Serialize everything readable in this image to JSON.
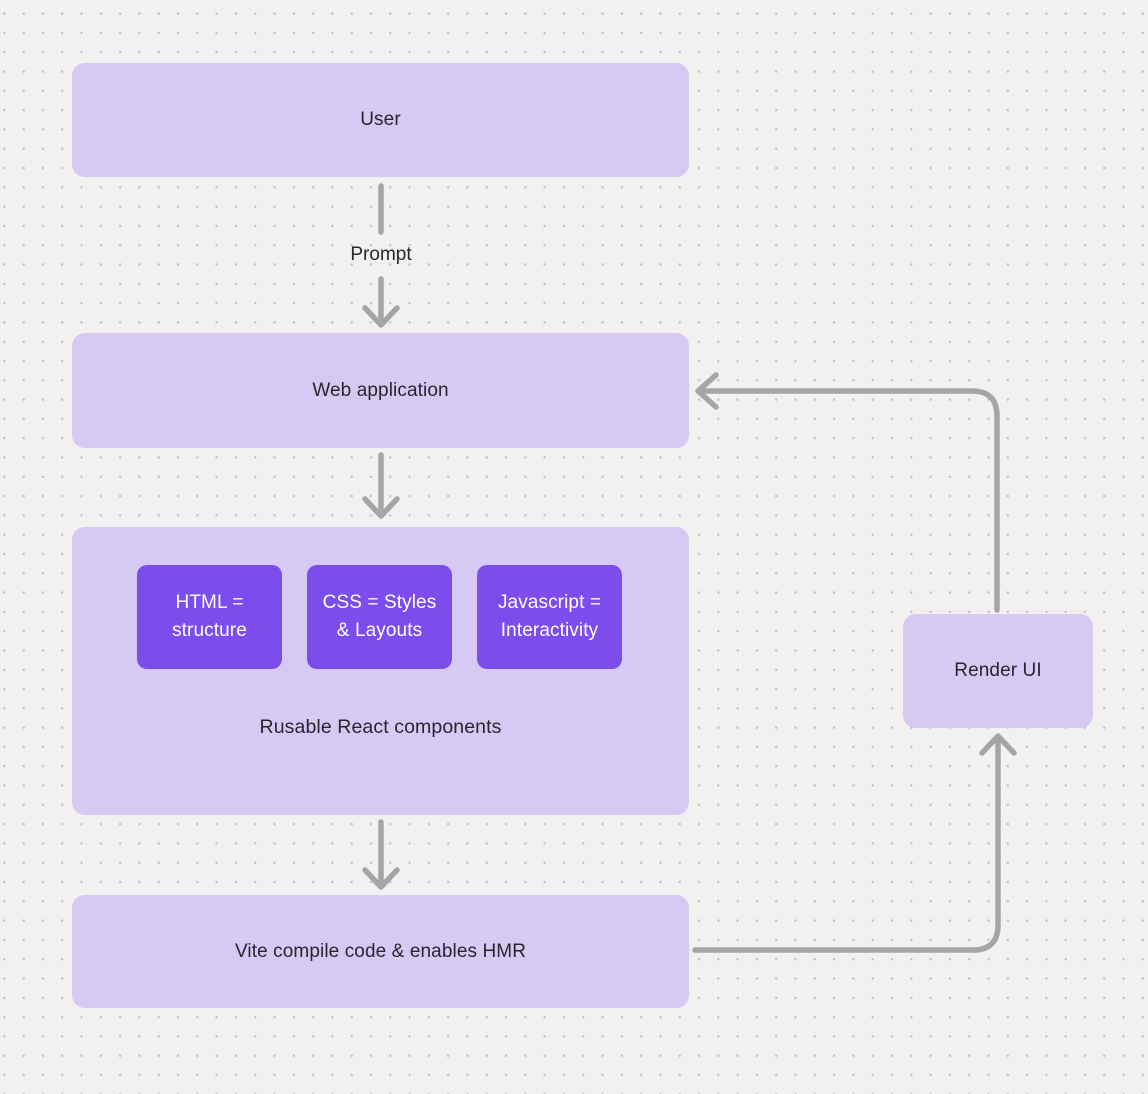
{
  "diagram": {
    "nodes": {
      "user": {
        "label": "User"
      },
      "web_application": {
        "label": "Web application"
      },
      "components": {
        "caption": "Rusable React components",
        "chips": [
          {
            "label": "HTML = structure"
          },
          {
            "label": "CSS = Styles & Layouts"
          },
          {
            "label": "Javascript = Interactivity"
          }
        ]
      },
      "vite": {
        "label": "Vite compile code & enables HMR"
      },
      "render_ui": {
        "label": "Render UI"
      }
    },
    "edge_labels": {
      "prompt": "Prompt"
    },
    "colors": {
      "background": "#f2f1ef",
      "dot": "#c7c5c3",
      "node_fill": "#d6c9f3",
      "chip_fill": "#7d4cec",
      "chip_text": "#ffffff",
      "label_text": "#29252f",
      "arrow": "#a7a5a3"
    }
  }
}
